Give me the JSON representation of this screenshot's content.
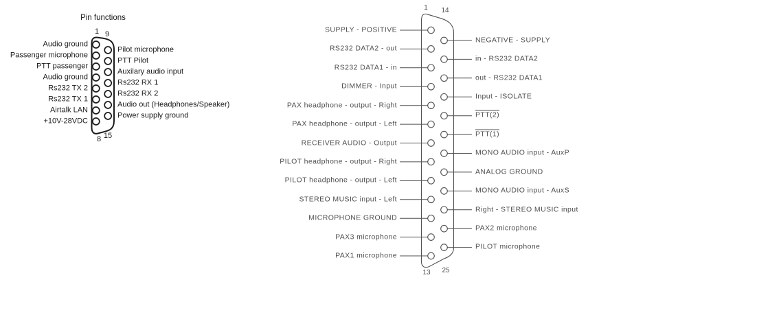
{
  "colors": {
    "background": "#ffffff",
    "db15_ink": "#1a1a1a",
    "db25_ink": "#4f4f4f"
  },
  "db15": {
    "title": "Pin functions",
    "corner_numbers": {
      "top_left": "1",
      "top_right": "9",
      "bottom_left": "8",
      "bottom_right": "15"
    },
    "left_pins": [
      {
        "label": "Audio ground"
      },
      {
        "label": "Passenger microphone"
      },
      {
        "label": "PTT passenger"
      },
      {
        "label": "Audio ground"
      },
      {
        "label": "Rs232 TX 2"
      },
      {
        "label": "Rs232 TX 1"
      },
      {
        "label": "Airtalk LAN"
      },
      {
        "label": "+10V-28VDC"
      }
    ],
    "right_pins": [
      {
        "label": "Pilot microphone"
      },
      {
        "label": "PTT Pilot"
      },
      {
        "label": "Auxilary audio input"
      },
      {
        "label": "Rs232 RX 1"
      },
      {
        "label": "Rs232 RX 2"
      },
      {
        "label": "Audio out (Headphones/Speaker)"
      },
      {
        "label": "Power supply ground"
      }
    ]
  },
  "db25": {
    "corner_numbers": {
      "top_left": "1",
      "top_right": "14",
      "bottom_left": "13",
      "bottom_right": "25"
    },
    "left_pins": [
      {
        "label": "SUPPLY - POSITIVE"
      },
      {
        "label": "RS232 DATA2 - out"
      },
      {
        "label": "RS232 DATA1 - in"
      },
      {
        "label": "DIMMER - Input"
      },
      {
        "label": "PAX headphone - output - Right"
      },
      {
        "label": "PAX headphone - output - Left"
      },
      {
        "label": "RECEIVER AUDIO - Output"
      },
      {
        "label": "PILOT headphone - output - Right"
      },
      {
        "label": "PILOT headphone - output - Left"
      },
      {
        "label": "STEREO MUSIC input - Left"
      },
      {
        "label": "MICROPHONE GROUND"
      },
      {
        "label": "PAX3 microphone"
      },
      {
        "label": "PAX1 microphone"
      }
    ],
    "right_pins": [
      {
        "label": "NEGATIVE - SUPPLY"
      },
      {
        "label": "in - RS232 DATA2"
      },
      {
        "label": "out - RS232 DATA1"
      },
      {
        "label": "Input - ISOLATE"
      },
      {
        "label": "PTT(2)",
        "overline": true
      },
      {
        "label": "PTT(1)",
        "overline": true
      },
      {
        "label": "MONO AUDIO input - AuxP"
      },
      {
        "label": "ANALOG GROUND"
      },
      {
        "label": "MONO AUDIO input - AuxS"
      },
      {
        "label": "Right - STEREO MUSIC input"
      },
      {
        "label": "PAX2 microphone"
      },
      {
        "label": "PILOT microphone"
      }
    ]
  }
}
